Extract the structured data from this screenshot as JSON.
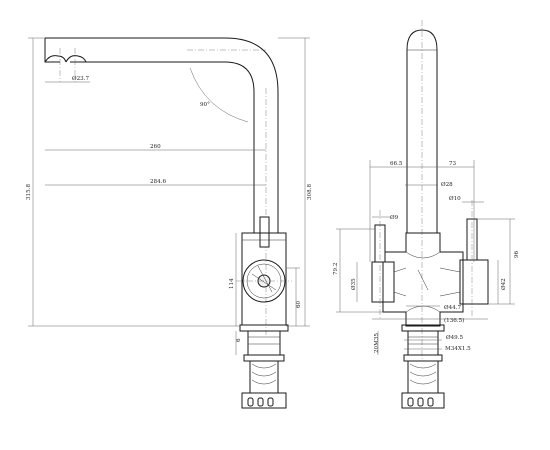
{
  "side_view": {
    "dims": {
      "aerator_dia": "Ø23.7",
      "angle": "90°",
      "reach": "260",
      "reach_total": "284.6",
      "total_height": "315.8",
      "spout_height": "308.8",
      "body_height": "114",
      "lower_height": "60",
      "base_gap": "6"
    }
  },
  "front_view": {
    "dims": {
      "left_offset": "66.5",
      "right_offset": "73",
      "tube_dia": "Ø28",
      "lever_dia_left": "Ø9",
      "lever_dia_right": "Ø10",
      "body_height": "79.2",
      "lever_height": "96",
      "body_dia_left": "Ø35",
      "body_dia_right": "Ø42",
      "body_width": "Ø44.7",
      "lever_span": "(136.5)",
      "base_dia": "Ø49.5",
      "thread_height": "20M35",
      "thread_label": "M34X1.5"
    }
  }
}
